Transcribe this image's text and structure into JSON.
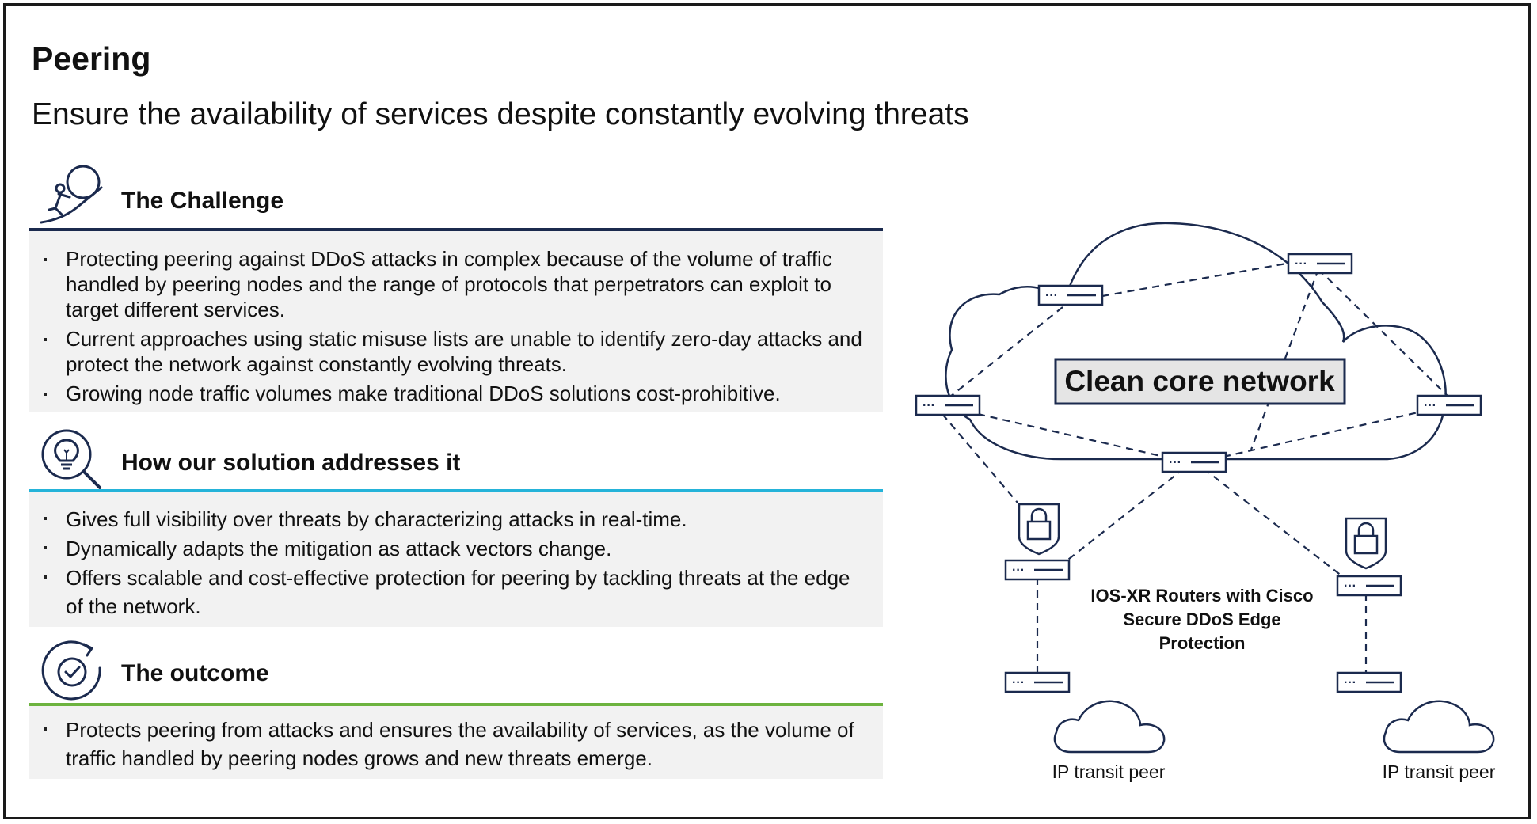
{
  "header": {
    "title": "Peering",
    "subtitle": "Ensure the availability of services despite constantly evolving threats"
  },
  "sections": [
    {
      "title": "The Challenge",
      "icon": "sisyphus-boulder-icon",
      "rule_color": "#1b2a4e",
      "bullets": [
        "Protecting peering against DDoS attacks in complex because of the volume of traffic handled by peering nodes and the range of protocols that perpetrators can exploit to target different services.",
        "Current approaches using static misuse lists are unable to identify zero-day attacks and protect the network against constantly evolving threats.",
        "Growing node traffic volumes make traditional DDoS solutions cost-prohibitive."
      ]
    },
    {
      "title": "How our solution addresses it",
      "icon": "lightbulb-magnifier-icon",
      "rule_color": "#24b3d9",
      "bullets": [
        "Gives full visibility over threats by characterizing attacks in real-time.",
        "Dynamically adapts the mitigation as attack vectors change.",
        "Offers scalable and cost-effective protection for peering by tackling threats at the edge of the network."
      ]
    },
    {
      "title": "The outcome",
      "icon": "check-cycle-icon",
      "rule_color": "#6db33f",
      "bullets": [
        "Protects peering from attacks and ensures the availability of services, as the volume of traffic handled by peering nodes grows and new threats emerge."
      ]
    }
  ],
  "diagram": {
    "core_label": "Clean core network",
    "edge_label_lines": [
      "IOS-XR Routers with Cisco",
      "Secure DDoS Edge",
      "Protection"
    ],
    "peer_left_label": "IP transit peer",
    "peer_right_label": "IP transit peer",
    "router_glyph": "···",
    "line_color": "#1b2a4e",
    "core_label_bg": "#e5e5e5"
  }
}
